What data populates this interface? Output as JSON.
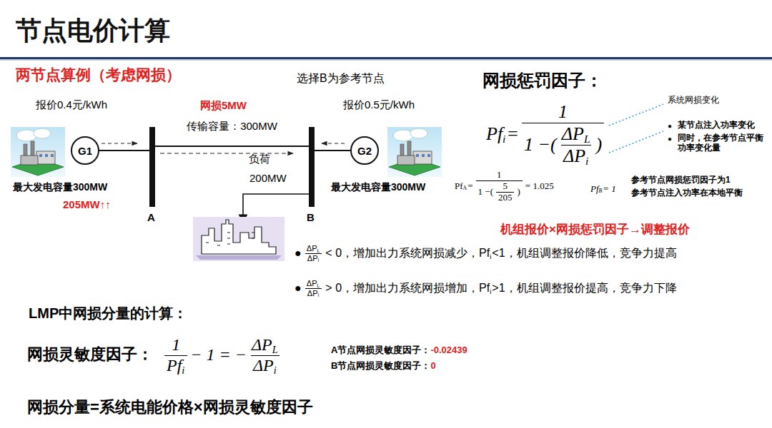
{
  "diagram": {
    "title": "节点电价计算",
    "nodes": [
      {
        "text": [
          "G1"
        ]
      },
      {
        "text": [
          "A"
        ]
      },
      {
        "text": [
          "B"
        ]
      },
      {
        "text": [
          "G2"
        ]
      }
    ],
    "edges": [
      {
        "from": 0,
        "to": 1,
        "arrow": "none"
      },
      {
        "from": 1,
        "to": 2,
        "label": "传输容量：300MW",
        "arrow": "none"
      },
      {
        "from": 3,
        "to": 2,
        "arrow": "none"
      }
    ],
    "labels": [
      "两节点算例（考虑网损）",
      "选择B为参考节点",
      "网损惩罚因子：",
      "报价0.4元/kWh",
      "网损5MW",
      "报价0.5元/kWh",
      "最大发电容量300MW",
      "205MW↑↑",
      "最大发电容量300MW",
      "负荷",
      "200MW",
      "系统网损变化",
      "●",
      "某节点注入功率变化",
      "●",
      "同时，在参考节点平衡功率变化量",
      "Pf",
      "i",
      "=",
      "1",
      "1 −",
      "(",
      "ΔP",
      "L",
      "ΔP",
      "i",
      ")",
      "Pf",
      "A",
      "=",
      "1",
      "1 −",
      "(",
      "5",
      "205",
      ")",
      "= 1.025",
      "Pf",
      "B",
      "= 1",
      "参考节点网损惩罚因子为1",
      "参考节点注入功率在本地平衡",
      "机组报价×网损惩罚因子→调整报价",
      "●",
      "ΔP",
      "L",
      "ΔP",
      "i",
      "< 0",
      "，增加出力系统网损减少，Pf",
      "i",
      "<1，机组调整报价降低，竞争力提高",
      "●",
      "ΔP",
      "L",
      "ΔP",
      "i",
      "> 0",
      "，增加出力系统网损增加，Pf",
      "i",
      ">1，机组调整报价提高，竞争力下降",
      "LMP中网损分量的计算：",
      "网损灵敏度因子：",
      "1",
      "Pf",
      "i",
      "− 1 = −",
      "ΔP",
      "L",
      "ΔP",
      "i",
      "A节点网损灵敏度因子：",
      "-0.02439",
      "B节点网损灵敏度因子：",
      "0",
      "网损分量=系统电能价格×网损灵敏度因子"
    ]
  }
}
